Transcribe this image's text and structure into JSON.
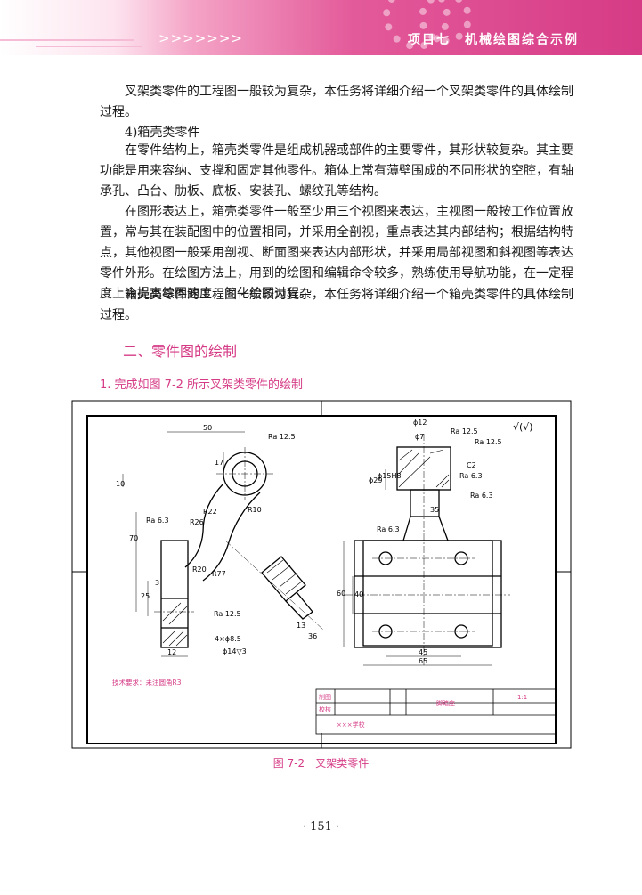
{
  "header": {
    "arrows": ">>>>>>>",
    "title": "项目七　机械绘图综合示例"
  },
  "paragraphs": [
    "　　叉架类零件的工程图一般较为复杂，本任务将详细介绍一个叉架类零件的具体绘制过程。",
    "　　4)箱壳类零件",
    "　　在零件结构上，箱壳类零件是组成机器或部件的主要零件，其形状较复杂。其主要功能是用来容纳、支撑和固定其他零件。箱体上常有薄壁围成的不同形状的空腔，有轴承孔、凸台、肋板、底板、安装孔、螺纹孔等结构。",
    "　　在图形表达上，箱壳类零件一般至少用三个视图来表达，主视图一般按工作位置放置，常与其在装配图中的位置相同，并采用全剖视，重点表达其内部结构；根据结构特点，其他视图一般采用剖视、断面图来表达内部形状，并采用局部视图和斜视图等表达零件外形。在绘图方法上，用到的绘图和编辑命令较多，熟练使用导航功能，在一定程度上会提高绘图速度，简化绘图过程。",
    "　　箱壳类零件的工程图一般较为复杂，本任务将详细介绍一个箱壳类零件的具体绘制过程。"
  ],
  "section_title": "二、零件图的绘制",
  "subsection_title": "1. 完成如图 7-2 所示叉架类零件的绘制",
  "drawing": {
    "dims_left": [
      "50",
      "17",
      "10",
      "70",
      "25",
      "3",
      "12",
      "R22",
      "R26",
      "R10",
      "R20",
      "R77",
      "13",
      "36"
    ],
    "roughness": [
      "Ra 12.5",
      "Ra 6.3",
      "Ra 12.5"
    ],
    "hole_note": "4×ϕ8.5",
    "cbore_note": "ϕ14▽3",
    "dims_right": [
      "ϕ12",
      "ϕ7",
      "Ra 12.5",
      "Ra 12.5",
      "ϕ29",
      "ϕ15H8",
      "C2",
      "Ra 6.3",
      "Ra 6.3",
      "Ra 6.3",
      "35",
      "60",
      "40",
      "45",
      "65"
    ],
    "surface_symbol": "√(√)",
    "tech_req": "技术要求：未注圆角R3",
    "title_block": {
      "drawn": "制图",
      "checked": "校核",
      "part_name": "脚踏座",
      "scale": "1:1",
      "school": "×××学校"
    }
  },
  "caption": "图 7-2　叉架类零件",
  "page_number": "· 151 ·"
}
